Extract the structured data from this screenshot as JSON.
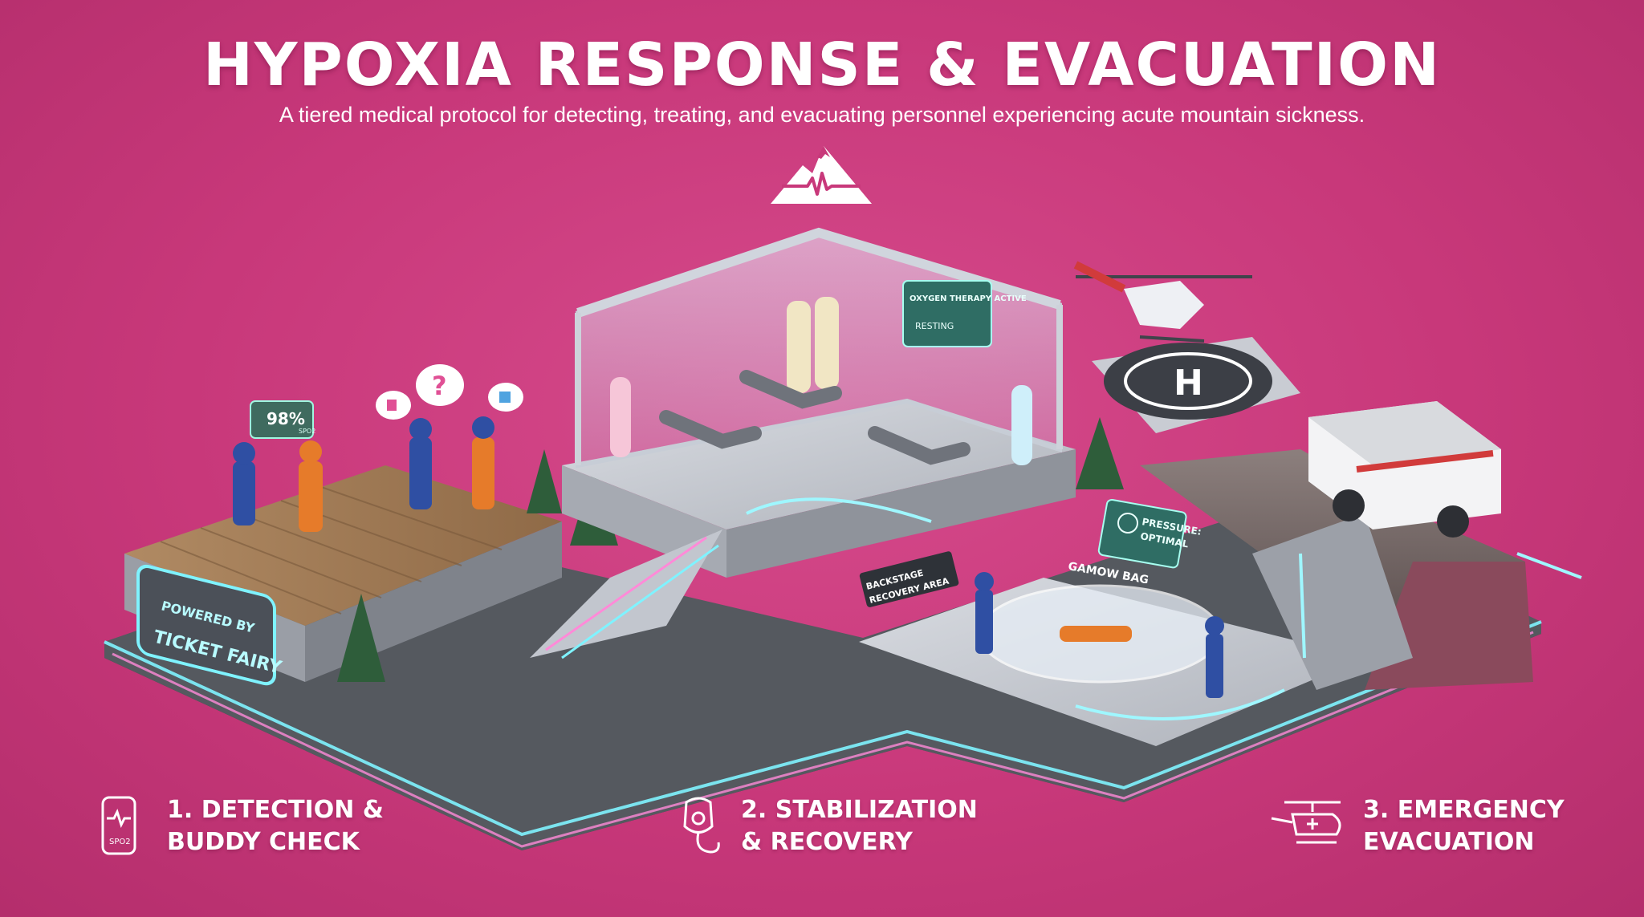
{
  "header": {
    "title": "HYPOXIA RESPONSE & EVACUATION",
    "subtitle": "A tiered medical protocol for detecting, treating, and evacuating personnel experiencing acute mountain sickness."
  },
  "colors": {
    "background": "#c8387a",
    "platform": "#b9bcc4",
    "neon_cyan": "#7ff3ff",
    "neon_pink": "#ff8ad8",
    "white": "#ffffff"
  },
  "scene": {
    "spo2_display": {
      "value": "98%",
      "unit": "SPO2"
    },
    "sponsor_sign": {
      "line1": "POWERED BY",
      "line2": "TICKET FAIRY"
    },
    "oxygen_screen": {
      "line1": "OXYGEN THERAPY ACTIVE",
      "line2": "RESTING"
    },
    "backstage_sign": {
      "line1": "BACKSTAGE",
      "line2": "RECOVERY AREA"
    },
    "pressure_screen": {
      "line1": "PRESSURE:",
      "line2": "OPTIMAL"
    },
    "gamow_bag_label": "GAMOW BAG",
    "speech_bubble": "?",
    "helipad_letter": "H"
  },
  "phases": [
    {
      "label": "1. DETECTION &\nBUDDY CHECK",
      "icon": "pulse-oximeter-icon",
      "icon_text": "SPO2"
    },
    {
      "label": "2. STABILIZATION\n& RECOVERY",
      "icon": "oxygen-mask-icon"
    },
    {
      "label": "3. EMERGENCY\nEVACUATION",
      "icon": "medical-helicopter-icon"
    }
  ]
}
